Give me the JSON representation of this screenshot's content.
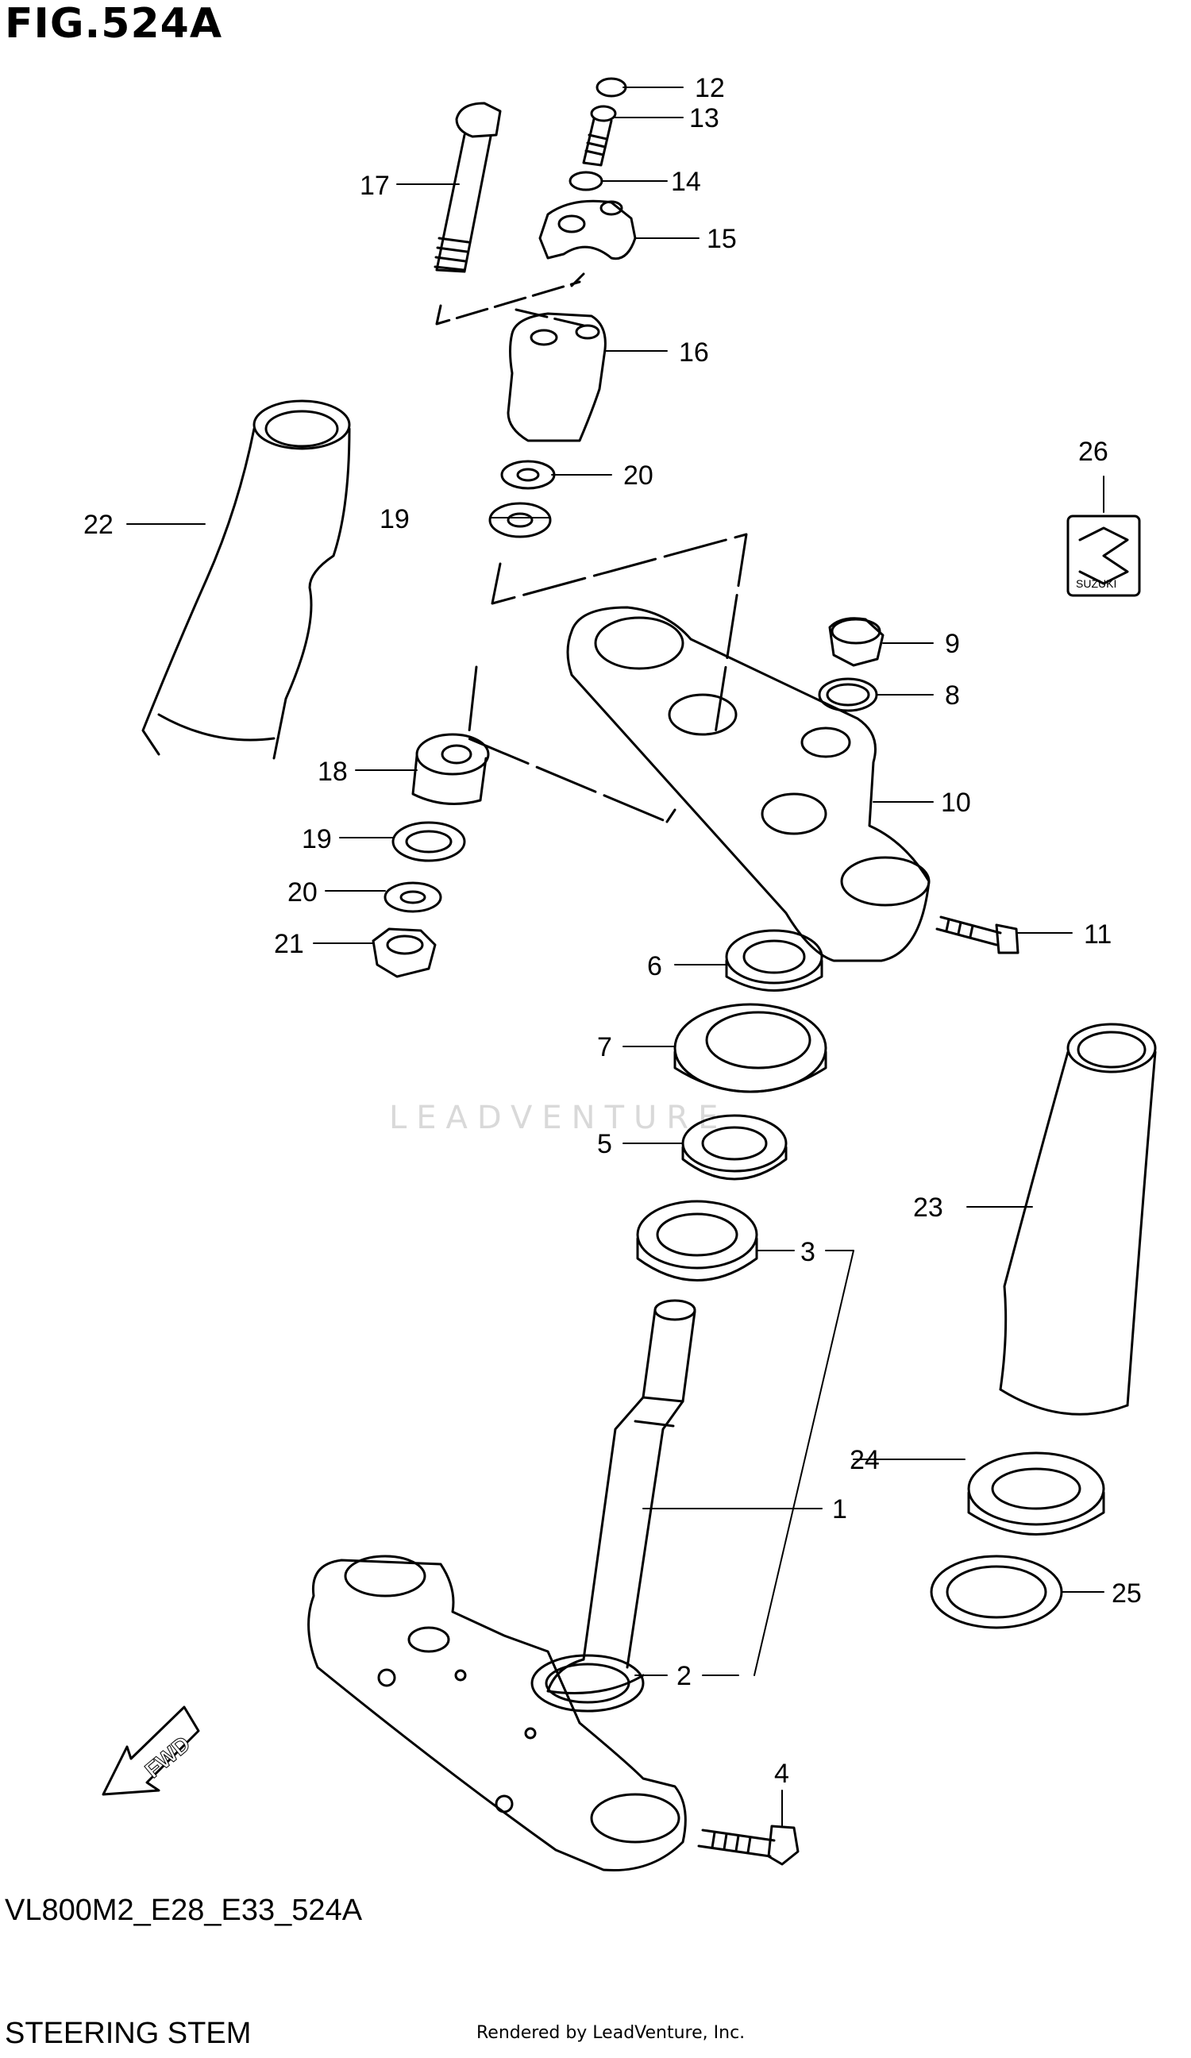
{
  "figure": {
    "title": "FIG.524A",
    "code": "VL800M2_E28_E33_524A",
    "name": "STEERING STEM",
    "rendered_by": "Rendered by LeadVenture, Inc.",
    "watermark": "LEADVENTURE",
    "fwd_label": "FWD",
    "suzuki_badge_text": "SUZUKI"
  },
  "callouts": [
    {
      "id": "1",
      "label": "1"
    },
    {
      "id": "2",
      "label": "2"
    },
    {
      "id": "3",
      "label": "3"
    },
    {
      "id": "4",
      "label": "4"
    },
    {
      "id": "5",
      "label": "5"
    },
    {
      "id": "6",
      "label": "6"
    },
    {
      "id": "7",
      "label": "7"
    },
    {
      "id": "8",
      "label": "8"
    },
    {
      "id": "9",
      "label": "9"
    },
    {
      "id": "10",
      "label": "10"
    },
    {
      "id": "11",
      "label": "11"
    },
    {
      "id": "12",
      "label": "12"
    },
    {
      "id": "13",
      "label": "13"
    },
    {
      "id": "14",
      "label": "14"
    },
    {
      "id": "15",
      "label": "15"
    },
    {
      "id": "16",
      "label": "16"
    },
    {
      "id": "17",
      "label": "17"
    },
    {
      "id": "18",
      "label": "18"
    },
    {
      "id": "19a",
      "label": "19"
    },
    {
      "id": "19b",
      "label": "19"
    },
    {
      "id": "20a",
      "label": "20"
    },
    {
      "id": "20b",
      "label": "20"
    },
    {
      "id": "21",
      "label": "21"
    },
    {
      "id": "22",
      "label": "22"
    },
    {
      "id": "23",
      "label": "23"
    },
    {
      "id": "24",
      "label": "24"
    },
    {
      "id": "25",
      "label": "25"
    },
    {
      "id": "26",
      "label": "26"
    }
  ]
}
